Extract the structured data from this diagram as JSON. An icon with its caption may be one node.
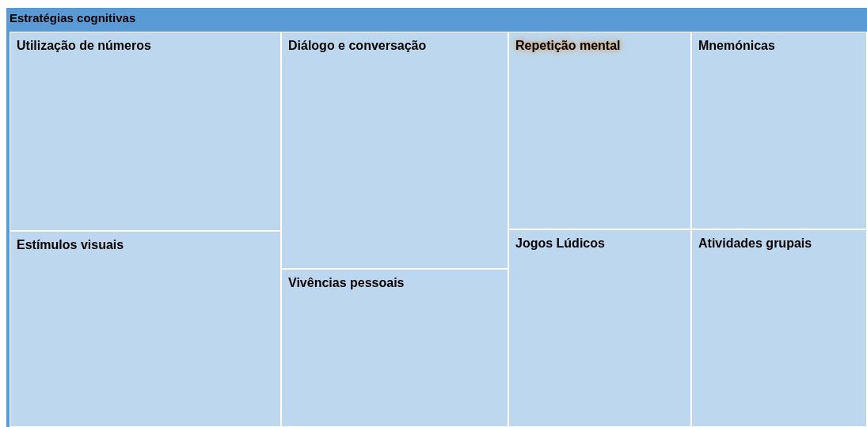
{
  "diagram": {
    "nodes": [
      {
        "text": [
          "Estratégias cognitivas"
        ]
      },
      {
        "text": [
          "Utilização de números"
        ],
        "in": 0
      },
      {
        "text": [
          "Estímulos visuais"
        ],
        "in": 0
      },
      {
        "text": [
          "Diálogo e conversação"
        ],
        "in": 0
      },
      {
        "text": [
          "Vivências pessoais"
        ],
        "in": 0
      },
      {
        "text": [
          "Repetição mental"
        ],
        "in": 0
      },
      {
        "text": [
          "Mnemónicas"
        ],
        "in": 0
      },
      {
        "text": [
          "Jogos Lúdicos"
        ],
        "in": 0
      },
      {
        "text": [
          "Atividades grupais"
        ],
        "in": 0
      }
    ]
  }
}
